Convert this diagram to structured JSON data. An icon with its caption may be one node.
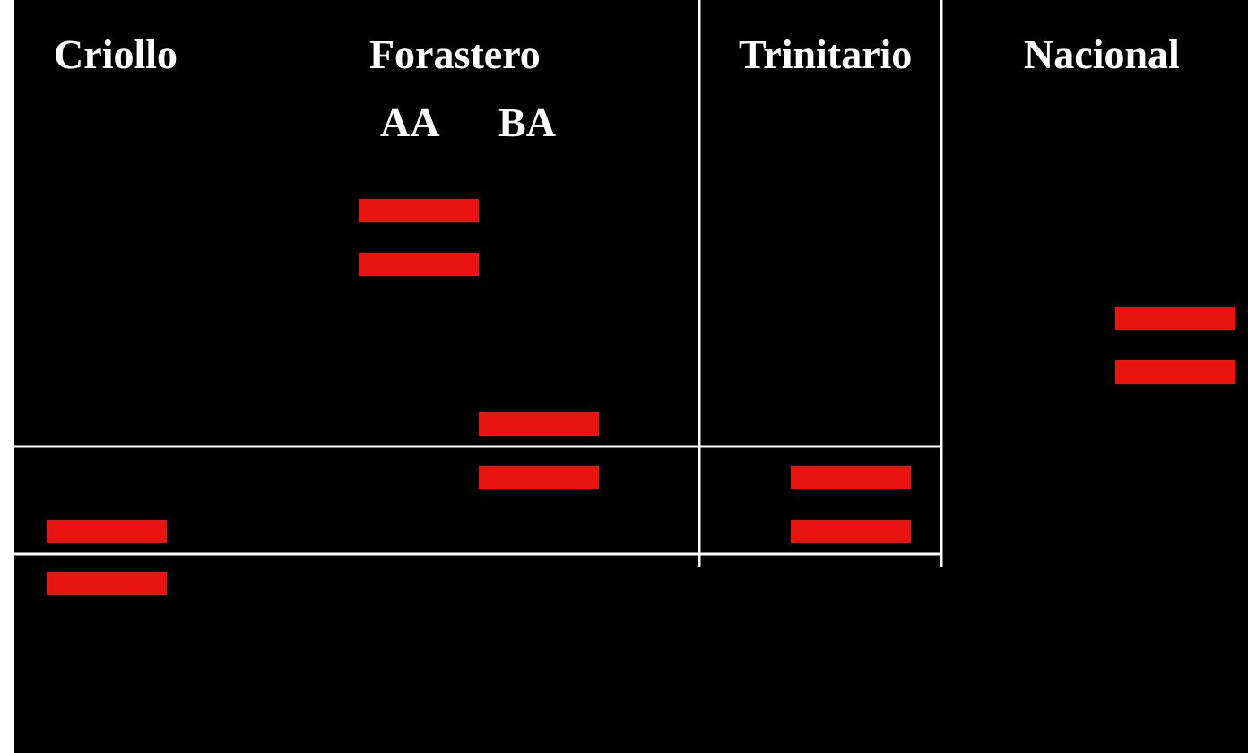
{
  "diagram": {
    "labels": [
      "Criollo",
      "Forastero",
      "AA",
      "BA",
      "Trinitario",
      "Nacional"
    ]
  }
}
